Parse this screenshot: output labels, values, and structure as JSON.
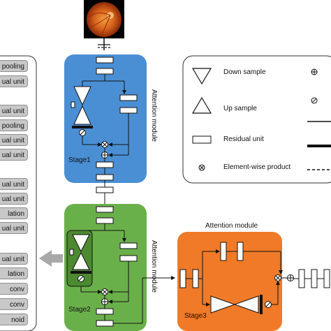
{
  "left_panel": {
    "items": [
      "pooling",
      "ual unit",
      "ual unit",
      "pooling",
      "ual unit",
      "ual unit",
      "ual unit",
      "ual unit",
      "lation",
      "ual unit",
      "ual unit",
      "lation",
      "conv",
      "conv",
      "noid"
    ]
  },
  "stages": {
    "stage1": "Stage1",
    "stage2": "Stage2",
    "stage3": "Stage3"
  },
  "attention_label": "Attention module",
  "legend": {
    "down_sample": "Down sample",
    "up_sample": "Up sample",
    "residual_unit": "Residual unit",
    "element_wise_product": "Element-wise product"
  },
  "colors": {
    "stage1": "#4a8fd4",
    "stage2": "#6ab04a",
    "stage3": "#f07a28"
  }
}
